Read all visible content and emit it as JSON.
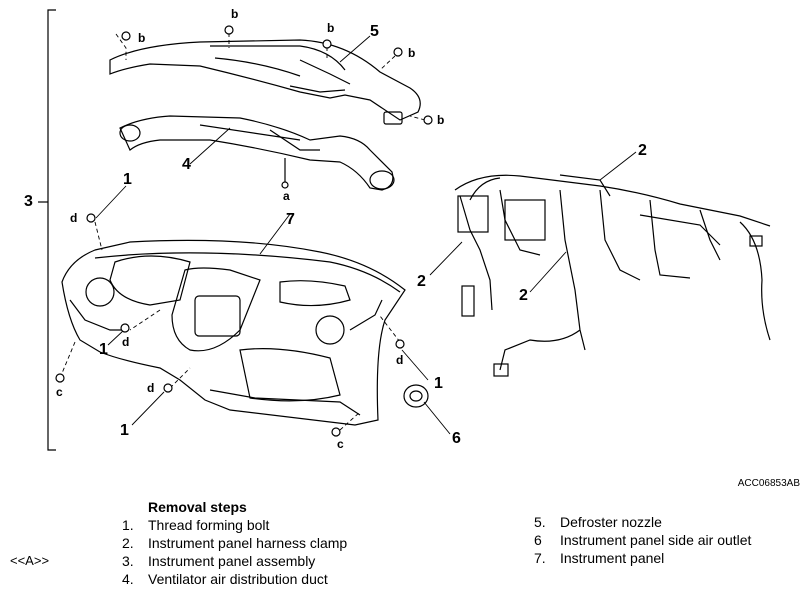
{
  "callouts": {
    "c3": "3",
    "c5": "5",
    "c4": "4",
    "c7": "7",
    "c6": "6",
    "c1a": "1",
    "c1b": "1",
    "c1c": "1",
    "c1d": "1",
    "c2a": "2",
    "c2b": "2",
    "c2c": "2"
  },
  "small_callouts": {
    "b1": "b",
    "b2": "b",
    "b3": "b",
    "b4": "b",
    "b5": "b",
    "a": "a",
    "d1": "d",
    "d2": "d",
    "d3": "d",
    "d4": "d",
    "c1": "c",
    "c2": "c"
  },
  "figure_code": "ACC06853AB",
  "removal": {
    "title": "Removal steps",
    "steps_left": [
      {
        "num": "1.",
        "label": "Thread forming bolt"
      },
      {
        "num": "2.",
        "label": "Instrument panel harness clamp"
      },
      {
        "num": "3.",
        "label": "Instrument panel assembly"
      },
      {
        "num": "4.",
        "label": "Ventilator air distribution duct"
      }
    ],
    "steps_right": [
      {
        "num": "5.",
        "label": "Defroster nozzle"
      },
      {
        "num": "6",
        "label": "Instrument panel side air outlet"
      },
      {
        "num": "7.",
        "label": "Instrument panel"
      }
    ]
  },
  "reference": "<<A>>"
}
